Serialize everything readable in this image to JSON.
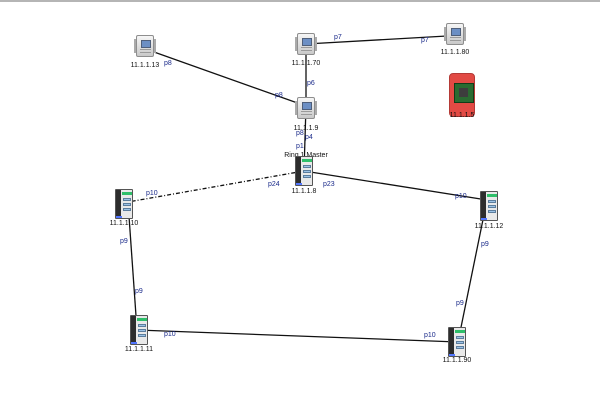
{
  "window": {
    "bar_color": "#b5b5b5"
  },
  "ring_title": "Ring 1 Master",
  "devices": [
    {
      "id": "d13",
      "label": "11.1.1.13",
      "kind": "small"
    },
    {
      "id": "d170",
      "label": "11.1.1.70",
      "kind": "small"
    },
    {
      "id": "d180",
      "label": "11.1.1.80",
      "kind": "small"
    },
    {
      "id": "d5",
      "label": "11.1.1.5",
      "kind": "red"
    },
    {
      "id": "d9",
      "label": "11.1.1.9",
      "kind": "small"
    },
    {
      "id": "d8",
      "label": "11.1.1.8",
      "kind": "tall"
    },
    {
      "id": "d10",
      "label": "11.1.1.10",
      "kind": "tall"
    },
    {
      "id": "d12",
      "label": "11.1.1.12",
      "kind": "tall"
    },
    {
      "id": "d11",
      "label": "11.1.1.11",
      "kind": "tall"
    },
    {
      "id": "d90",
      "label": "11.1.1.90",
      "kind": "tall"
    }
  ],
  "links": [
    {
      "a": "d13",
      "b": "d9",
      "style": "solid",
      "a_port": "p8",
      "b_port": "p8"
    },
    {
      "a": "d170",
      "b": "d180",
      "style": "solid",
      "a_port": "p7",
      "b_port": "p7"
    },
    {
      "a": "d170",
      "b": "d9",
      "style": "solid",
      "a_port": "p6",
      "b_port": ""
    },
    {
      "a": "d9",
      "b": "d8",
      "style": "solid",
      "a_port": "p8",
      "b_port": "p4"
    },
    {
      "a": "d8",
      "b": "d10",
      "style": "dashed",
      "a_port": "p24",
      "b_port": "p10"
    },
    {
      "a": "d8",
      "b": "d12",
      "style": "solid",
      "a_port": "p23",
      "b_port": "p10"
    },
    {
      "a": "d10",
      "b": "d11",
      "style": "solid",
      "a_port": "p9",
      "b_port": "p9"
    },
    {
      "a": "d11",
      "b": "d90",
      "style": "solid",
      "a_port": "p10",
      "b_port": "p10"
    },
    {
      "a": "d12",
      "b": "d90",
      "style": "solid",
      "a_port": "p9",
      "b_port": "p9"
    }
  ],
  "extra_port_labels": [
    {
      "text": "p1",
      "near": "d8"
    }
  ]
}
